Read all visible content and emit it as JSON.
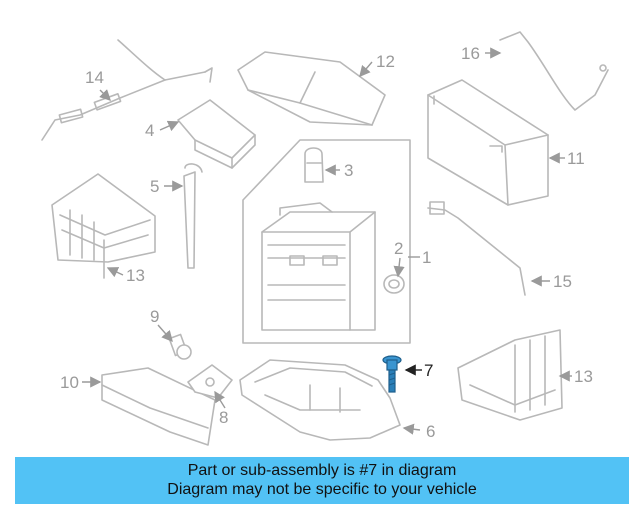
{
  "diagram": {
    "callouts": {
      "c1": "1",
      "c2": "2",
      "c3": "3",
      "c4": "4",
      "c5": "5",
      "c6": "6",
      "c7": "7",
      "c8": "8",
      "c9": "9",
      "c10": "10",
      "c11": "11",
      "c12": "12",
      "c13a": "13",
      "c13b": "13",
      "c14": "14",
      "c15": "15",
      "c16": "16"
    },
    "highlight_color": "#2a7fb8",
    "part_color": "#b8b8b8"
  },
  "banner": {
    "line1": "Part or sub-assembly is #7 in diagram",
    "line2": "Diagram may not be specific to your vehicle",
    "color": "#52c2f5"
  }
}
